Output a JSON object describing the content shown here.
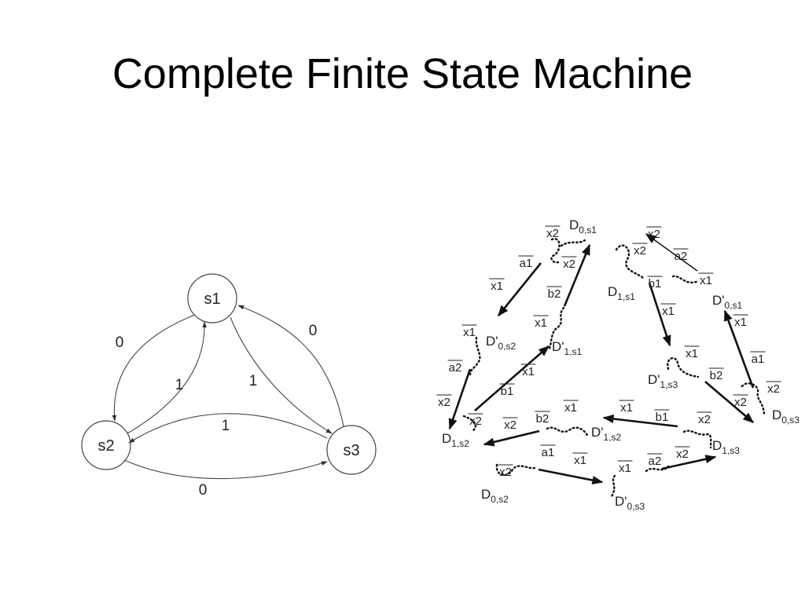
{
  "title": "Complete Finite State Machine",
  "fsm": {
    "states": [
      {
        "id": "s1",
        "label": "s1"
      },
      {
        "id": "s2",
        "label": "s2"
      },
      {
        "id": "s3",
        "label": "s3"
      }
    ],
    "transitions": [
      {
        "from": "s1",
        "to": "s2",
        "label": "0"
      },
      {
        "from": "s2",
        "to": "s1",
        "label": "1"
      },
      {
        "from": "s3",
        "to": "s1",
        "label": "0"
      },
      {
        "from": "s1",
        "to": "s3",
        "label": "1"
      },
      {
        "from": "s3",
        "to": "s2",
        "label": "1"
      },
      {
        "from": "s2",
        "to": "s3",
        "label": "0"
      }
    ]
  },
  "network": {
    "nodes": [
      {
        "main": "D",
        "sub": "0,s1"
      },
      {
        "main": "D'",
        "sub": "0,s2"
      },
      {
        "main": "D'",
        "sub": "1,s1"
      },
      {
        "main": "D",
        "sub": "1,s1"
      },
      {
        "main": "D'",
        "sub": "0,s1"
      },
      {
        "main": "D'",
        "sub": "1,s3"
      },
      {
        "main": "D",
        "sub": "0,s3"
      },
      {
        "main": "D",
        "sub": "1,s2"
      },
      {
        "main": "D'",
        "sub": "1,s2"
      },
      {
        "main": "D",
        "sub": "1,s3"
      },
      {
        "main": "D",
        "sub": "0,s2"
      },
      {
        "main": "D'",
        "sub": "0,s3"
      }
    ],
    "labels": [
      "x2",
      "a1",
      "x2",
      "x1",
      "b2",
      "x1",
      "x1",
      "a2",
      "x2",
      "b1",
      "x1",
      "x2",
      "x2",
      "a2",
      "x2",
      "b1",
      "x1",
      "x1",
      "x1",
      "b2",
      "x2",
      "a1",
      "x1",
      "x2",
      "x2",
      "b2",
      "x1",
      "x1",
      "b1",
      "x2",
      "x2",
      "a1",
      "x1",
      "x1",
      "a2",
      "x2"
    ]
  }
}
